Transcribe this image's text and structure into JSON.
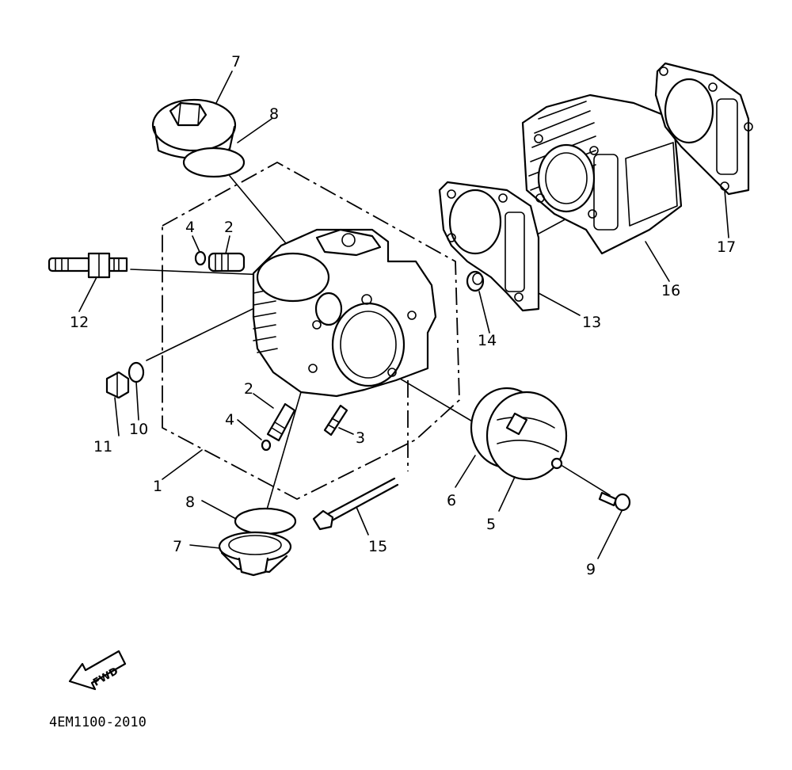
{
  "callouts": {
    "c1": "1",
    "c2a": "2",
    "c2b": "2",
    "c3": "3",
    "c4a": "4",
    "c4b": "4",
    "c5": "5",
    "c6": "6",
    "c7a": "7",
    "c7b": "7",
    "c8a": "8",
    "c8b": "8",
    "c9": "9",
    "c10": "10",
    "c11": "11",
    "c12": "12",
    "c13": "13",
    "c14": "14",
    "c15": "15",
    "c16": "16",
    "c17": "17"
  },
  "fwd_label": "FWD",
  "diagram_code": "4EM1100-2010"
}
